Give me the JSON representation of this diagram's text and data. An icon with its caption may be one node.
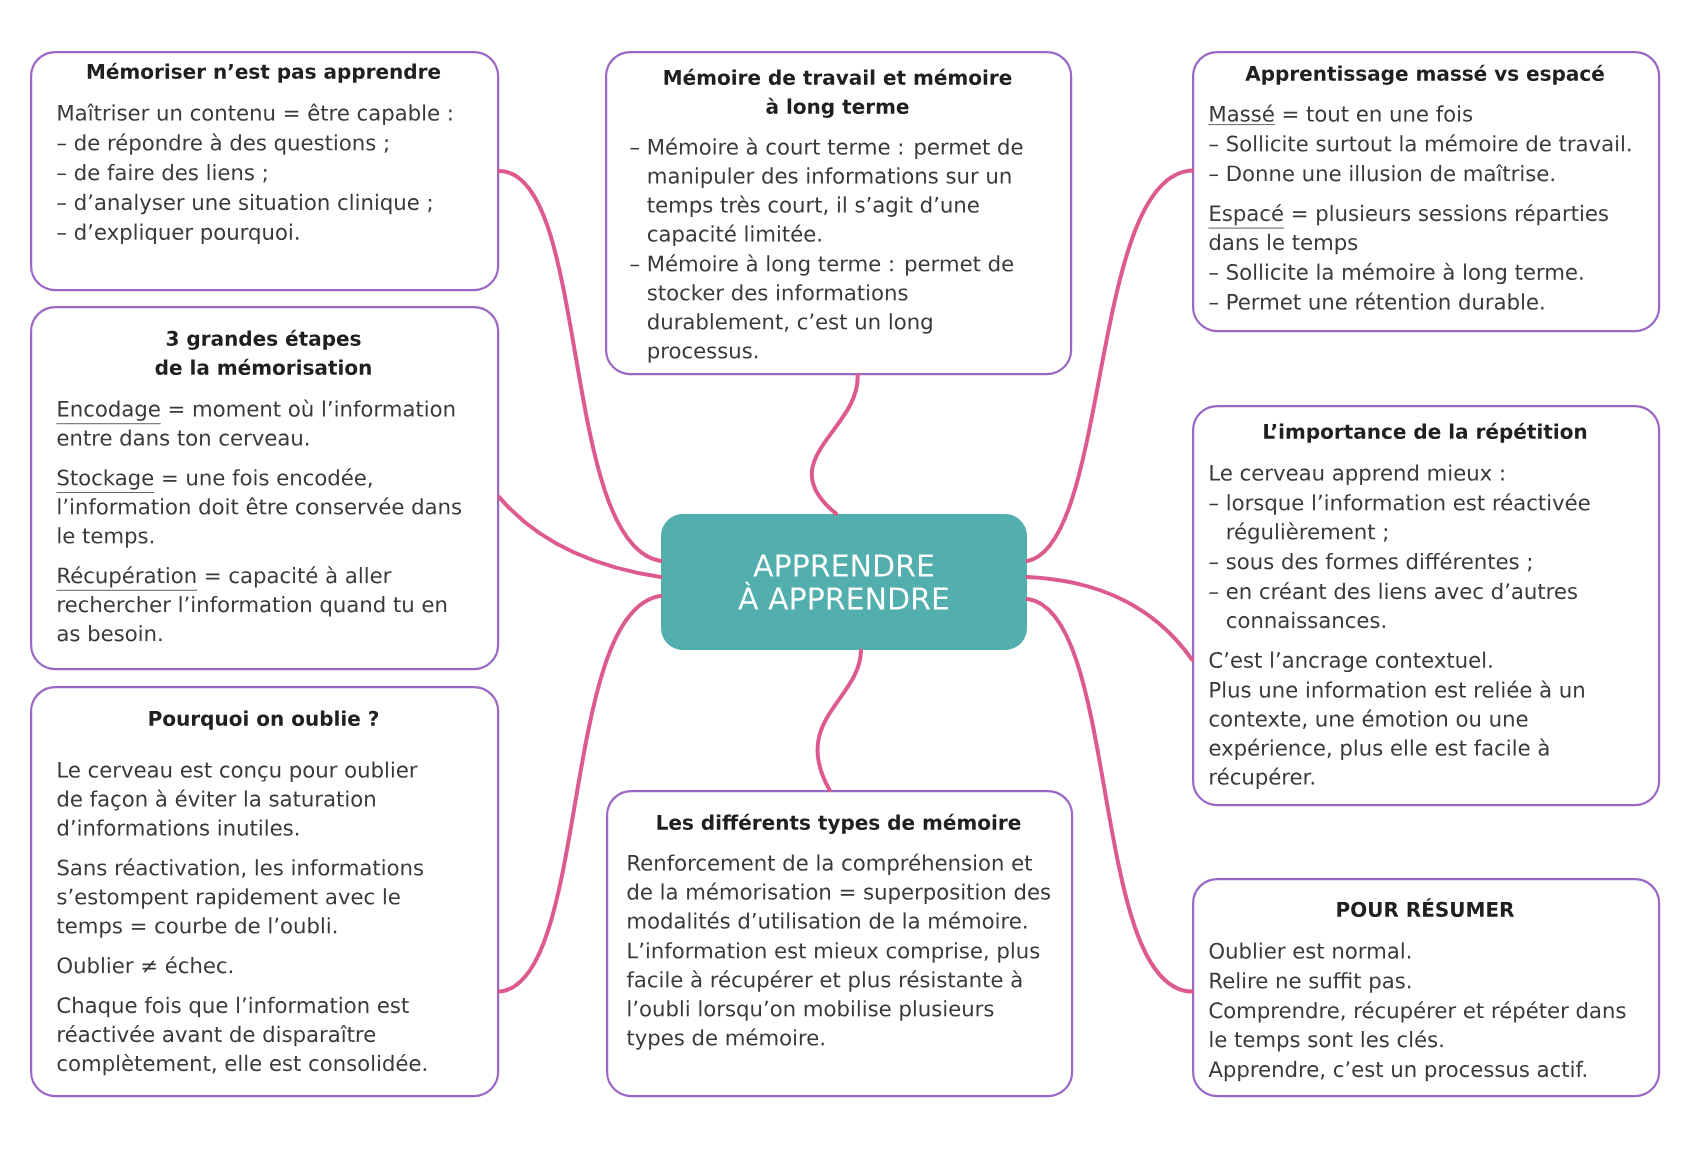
{
  "diagram": {
    "nodes": [
      {
        "text": [
          "APPRENDRE À APPRENDRE"
        ]
      },
      {
        "text": [
          "Mémoriser n’est pas apprendre",
          "Maîtriser un contenu = être capable :",
          "– de répondre à des questions ;",
          "– de faire des liens ;",
          "– d’analyser une situation clinique ;",
          "– d’expliquer pourquoi."
        ]
      },
      {
        "text": [
          "Mémoire de travail et mémoire à long terme",
          "– Mémoire à court terme : permet de manipuler des informations sur un temps très court, il s’agit d’une capacité limitée.",
          "– Mémoire à long terme : permet de stocker des informations durablement, c’est un long processus."
        ]
      },
      {
        "text": [
          "Apprentissage massé vs espacé",
          "Massé = tout en une fois",
          "– Sollicite surtout la mémoire de travail.",
          "– Donne une illusion de maîtrise.",
          "Espacé = plusieurs sessions réparties dans le temps",
          "– Sollicite la mémoire à long terme.",
          "– Permet une rétention durable."
        ]
      },
      {
        "text": [
          "3 grandes étapes de la mémorisation",
          "Encodage = moment où l’information entre dans ton cerveau.",
          "Stockage = une fois encodée, l’information doit être conservée dans le temps.",
          "Récupération = capacité à aller rechercher l’information quand tu en as besoin."
        ]
      },
      {
        "text": [
          "L’importance de la répétition",
          "Le cerveau apprend mieux :",
          "– lorsque l’information est réactivée régulièrement ;",
          "– sous des formes différentes ;",
          "– en créant des liens avec d’autres connaissances.",
          "C’est l’ancrage contextuel.",
          "Plus une information est reliée à un contexte, une émotion ou une expérience, plus elle est facile à récupérer."
        ]
      },
      {
        "text": [
          "Pourquoi on oublie ?",
          "Le cerveau est conçu pour oublier de façon à éviter la saturation d’informations inutiles.",
          "Sans réactivation, les informations s’estompent rapidement avec le temps = courbe de l’oubli.",
          "Oublier ≠ échec.",
          "Chaque fois que l’information est réactivée avant de disparaître complètement, elle est consolidée."
        ]
      },
      {
        "text": [
          "Les différents types de mémoire",
          "Renforcement de la compréhension et de la mémorisation = superposition des modalités d’utilisation de la mémoire.",
          "L’information est mieux comprise, plus facile à récupérer et plus résistante à l’oubli lorsqu’on mobilise plusieurs types de mémoire."
        ]
      },
      {
        "text": [
          "POUR RÉSUMER",
          "Oublier est normal.",
          "Relire ne suffit pas.",
          "Comprendre, récupérer et répéter dans le temps sont les clés.",
          "Apprendre, c’est un processus actif."
        ]
      }
    ],
    "edges": [
      {
        "from": 0,
        "to": 1,
        "arrow": "none"
      },
      {
        "from": 0,
        "to": 2,
        "arrow": "none"
      },
      {
        "from": 0,
        "to": 3,
        "arrow": "none"
      },
      {
        "from": 0,
        "to": 4,
        "arrow": "none"
      },
      {
        "from": 0,
        "to": 5,
        "arrow": "none"
      },
      {
        "from": 0,
        "to": 6,
        "arrow": "none"
      },
      {
        "from": 0,
        "to": 7,
        "arrow": "none"
      },
      {
        "from": 0,
        "to": 8,
        "arrow": "none"
      }
    ]
  }
}
